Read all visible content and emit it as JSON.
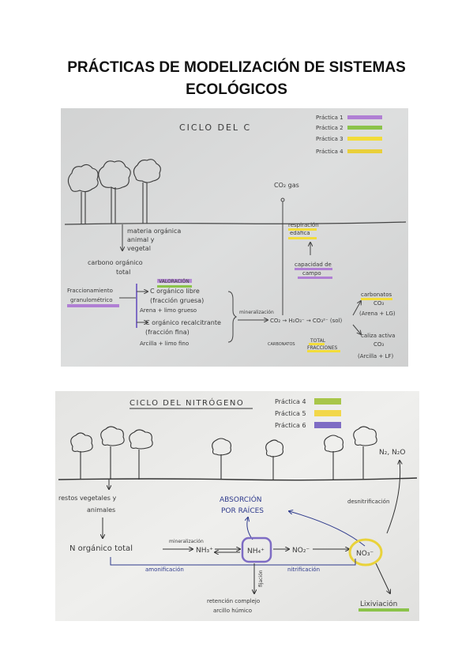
{
  "document": {
    "title_line1": "PRÁCTICAS DE MODELIZACIÓN DE SISTEMAS",
    "title_line2": "ECOLÓGICOS"
  },
  "colors": {
    "practica1": "#b07fd4",
    "practica2": "#8bc34a",
    "practica3": "#f2dc3a",
    "practica4": "#e9cf3a",
    "practica5": "#f2d74a",
    "practica6": "#7e6cc4",
    "ink_blue": "#2e3a8c"
  },
  "carbon": {
    "title": "CICLO DEL C",
    "legend": [
      "Práctica 1",
      "Práctica 2",
      "Práctica 3",
      "Práctica 4"
    ],
    "co2_gas": "CO₂ gas",
    "organica_1": "materia orgánica",
    "organica_2": "animal y",
    "organica_3": "vegetal",
    "carbono_1": "carbono orgánico",
    "carbono_2": "total",
    "valoracion": "VALORACIÓN",
    "fraccionamiento_1": "Fraccionamiento",
    "fraccionamiento_2": "granulométrico",
    "c_libre_1": "C orgánico libre",
    "c_libre_2": "(fracción gruesa)",
    "c_libre_3": "Arena + limo grueso",
    "c_recalc_1": "C orgánico recalcitrante",
    "c_recalc_2": "(fracción fina)",
    "c_recalc_3": "Arcilla + limo fino",
    "mineralizacion": "mineralización",
    "co2_eq": "CO₂ → H₂O₃⁻ → CO₃²⁻ (sol)",
    "respiracion_1": "respiración",
    "respiracion_2": "edáfica",
    "capacidad_1": "capacidad de",
    "capacidad_2": "campo",
    "carbonatos_1": "carbonatos",
    "carbonatos_2": "CO₃",
    "carbonatos_3": "(Arena + LG)",
    "caliza_1": "caliza activa",
    "caliza_2": "CO₃",
    "caliza_3": "(Arcilla + LF)",
    "carbonatos_small": "CARBONATOS",
    "total_1": "TOTAL",
    "total_2": "FRACCIONES"
  },
  "nitrogen": {
    "title": "CICLO DEL NITRÓGENO",
    "legend": [
      "Práctica 4",
      "Práctica 5",
      "Práctica 6"
    ],
    "n2": "N₂, N₂O",
    "restos_1": "restos vegetales y",
    "restos_2": "animales",
    "absorcion_1": "ABSORCIÓN",
    "absorcion_2": "POR RAÍCES",
    "desnitrificacion": "desnitrificación",
    "n_organico": "N orgánico total",
    "mineralizacion": "mineralización",
    "nh3": "NH₃⁺",
    "nh4": "NH₄⁺",
    "no2": "NO₂⁻",
    "no3": "NO₃⁻",
    "amonificacion": "amonificación",
    "nitrificacion": "nitrificación",
    "fijacion": "fijación",
    "retencion_1": "retención complejo",
    "retencion_2": "arcillo húmico",
    "lixiviacion": "Lixiviación"
  }
}
